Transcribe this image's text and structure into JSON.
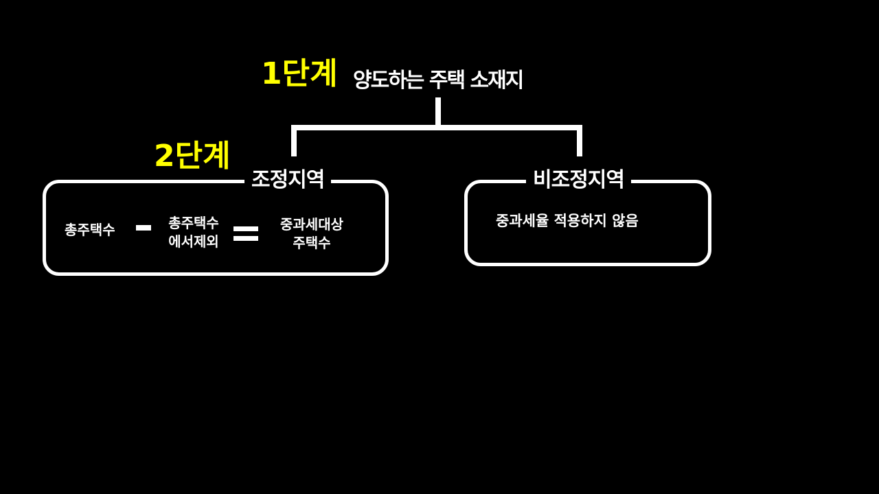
{
  "step1": {
    "label": "1단계",
    "title": "양도하는 주택 소재지"
  },
  "step2": {
    "label": "2단계"
  },
  "regulated": {
    "title": "조정지역",
    "formula": {
      "total": "총주택수",
      "excluded_line1": "총주택수",
      "excluded_line2": "에서제외",
      "result_line1": "중과세대상",
      "result_line2": "주택수"
    }
  },
  "non_regulated": {
    "title": "비조정지역",
    "note": "중과세율 적용하지 않음"
  },
  "colors": {
    "background": "#000000",
    "step_label": "#ffff00",
    "text": "#ffffff",
    "lines": "#ffffff"
  }
}
